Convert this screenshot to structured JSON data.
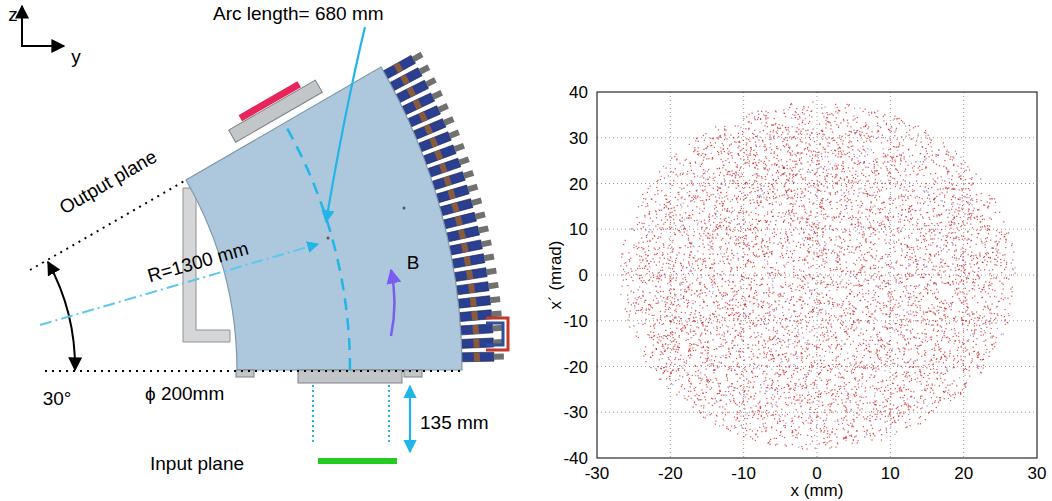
{
  "diagram": {
    "labels": [
      "Arc length= 680 mm",
      "z",
      "y",
      "Output plane",
      "R=1300 mm",
      "B",
      "30°",
      "ϕ 200mm",
      "135 mm",
      "Input plane",
      "40",
      "30",
      "20",
      "10",
      "0",
      "-10",
      "-20",
      "-30",
      "-40",
      "x´ (mrad)",
      "-30",
      "-20",
      "-10",
      "0",
      "10",
      "20",
      "30",
      "x (mm)"
    ]
  }
}
